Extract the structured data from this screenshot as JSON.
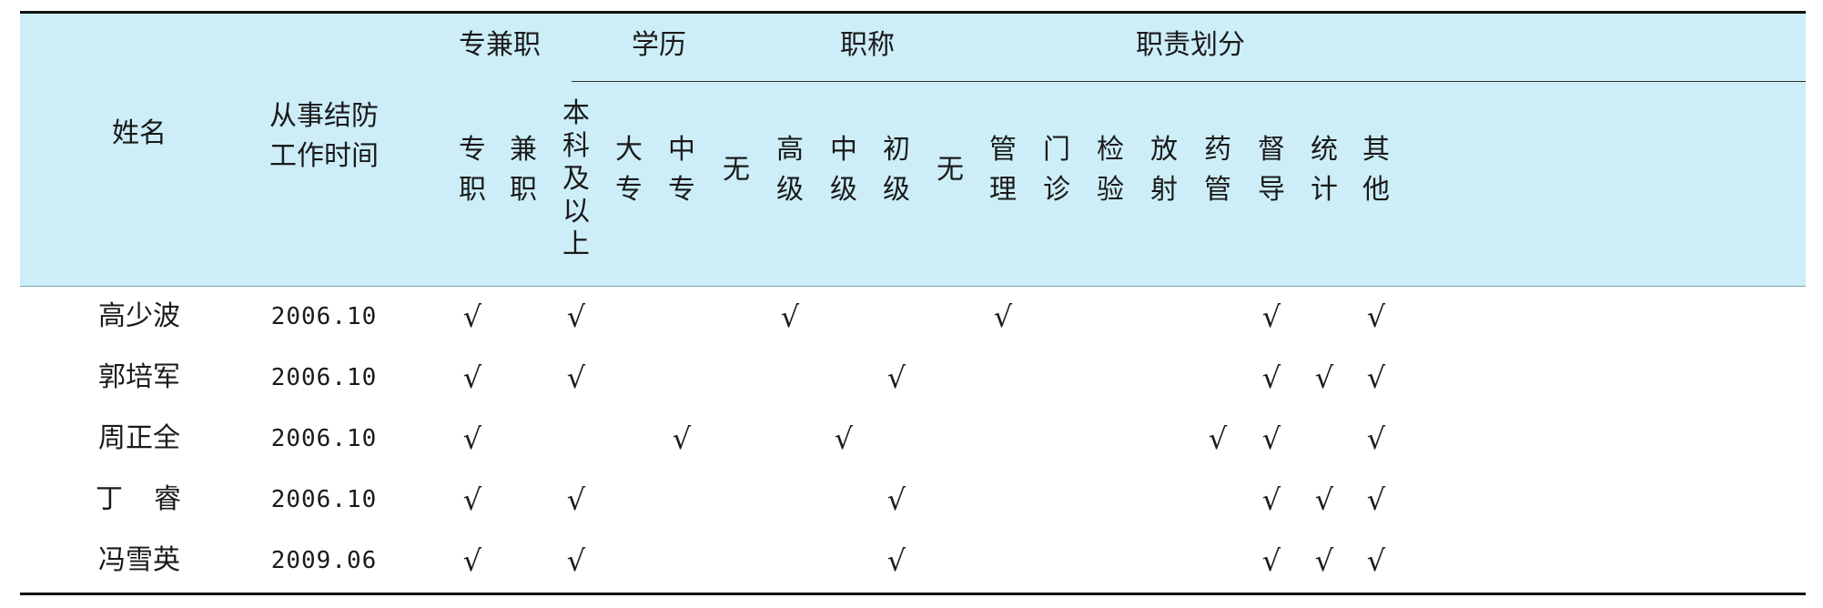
{
  "header": {
    "name_label": "姓名",
    "time_label_line1": "从事结防",
    "time_label_line2": "工作时间",
    "groups": {
      "employment": "专兼职",
      "education": "学历",
      "title": "职称",
      "duties": "职责划分"
    },
    "columns": {
      "full_time": "专职",
      "part_time": "兼职",
      "bachelor_plus": "本科及以上",
      "college": "大专",
      "secondary": "中专",
      "edu_none": "无",
      "senior": "高级",
      "intermediate": "中级",
      "junior": "初级",
      "title_none": "无",
      "management": "管理",
      "clinic": "门诊",
      "lab": "检验",
      "radiology": "放射",
      "pharmacy": "药管",
      "supervision": "督导",
      "statistics": "统计",
      "other": "其他"
    }
  },
  "check_mark": "√",
  "rows": [
    {
      "name": "高少波",
      "date": "2006.10",
      "checks": [
        "full_time",
        "bachelor_plus",
        "senior",
        "management",
        "supervision",
        "other"
      ]
    },
    {
      "name": "郭培军",
      "date": "2006.10",
      "checks": [
        "full_time",
        "bachelor_plus",
        "junior",
        "supervision",
        "statistics",
        "other"
      ]
    },
    {
      "name": "周正全",
      "date": "2006.10",
      "checks": [
        "full_time",
        "secondary",
        "intermediate",
        "pharmacy",
        "supervision",
        "other"
      ]
    },
    {
      "name": "丁　睿",
      "date": "2006.10",
      "checks": [
        "full_time",
        "bachelor_plus",
        "junior",
        "supervision",
        "statistics",
        "other"
      ]
    },
    {
      "name": "冯雪英",
      "date": "2009.06",
      "checks": [
        "full_time",
        "bachelor_plus",
        "junior",
        "supervision",
        "statistics",
        "other"
      ]
    }
  ],
  "colors": {
    "header_bg": "#cdeef8",
    "rule": "#111111"
  }
}
